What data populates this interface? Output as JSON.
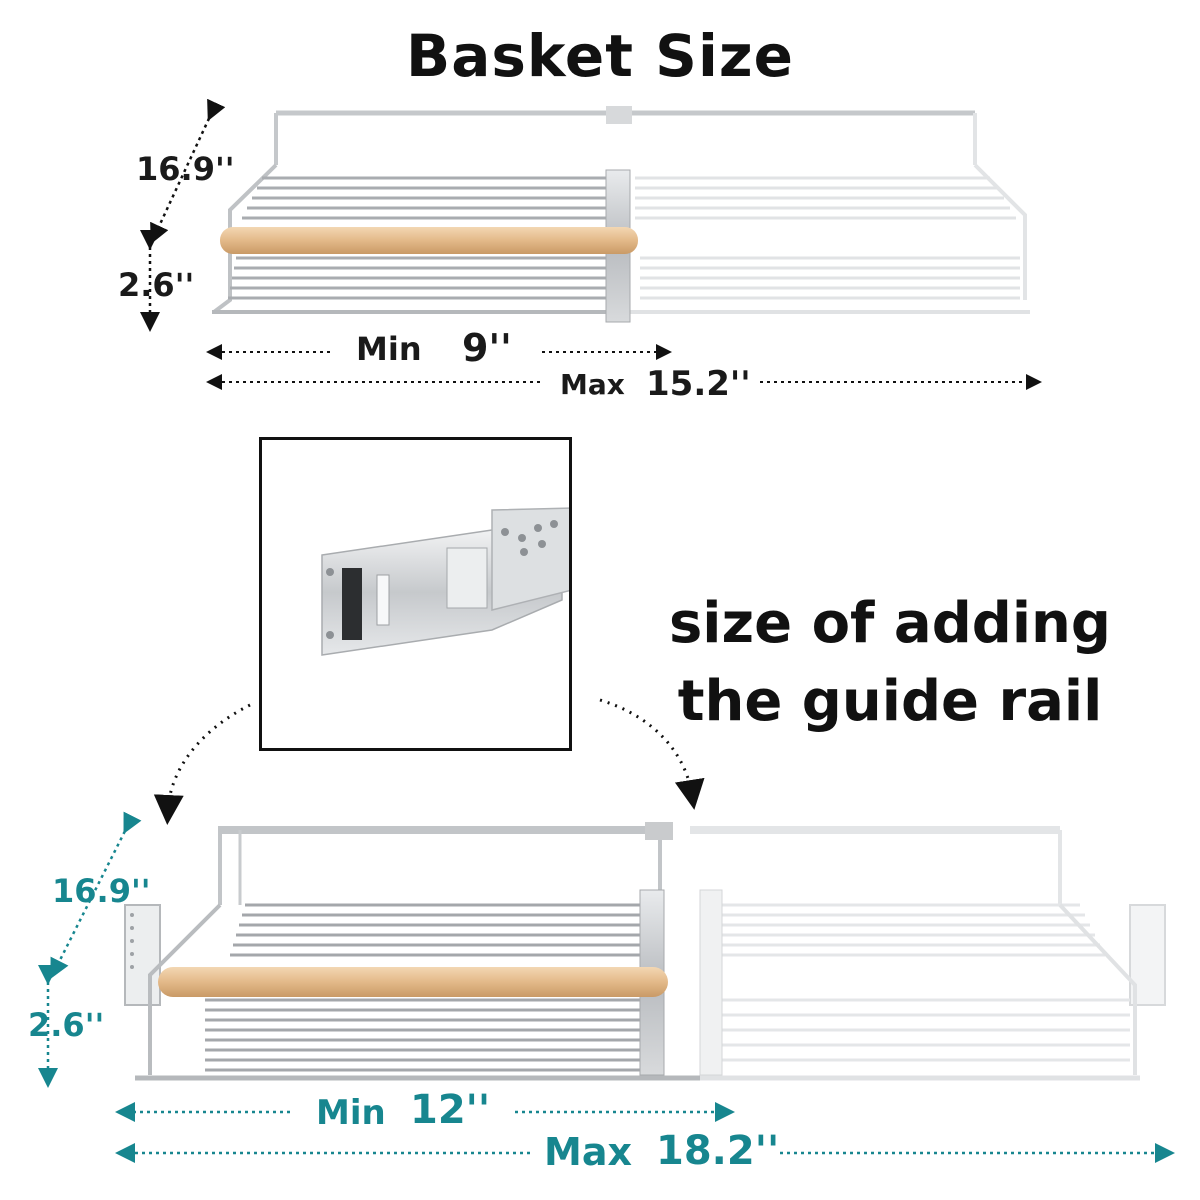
{
  "title": "Basket Size",
  "top_basket": {
    "height_label": "16.9''",
    "depth_label": "2.6''",
    "min_word": "Min",
    "min_value": "9''",
    "max_word": "Max",
    "max_value": "15.2''"
  },
  "caption": {
    "line1": "size of adding",
    "line2": "the guide rail"
  },
  "bottom_basket": {
    "height_label": "16.9''",
    "depth_label": "2.6''",
    "min_word": "Min",
    "min_value": "12''",
    "max_word": "Max",
    "max_value": "18.2''"
  },
  "colors": {
    "teal": "#17868f",
    "wood": "#e3b989",
    "steel": "#b9bcc0"
  }
}
